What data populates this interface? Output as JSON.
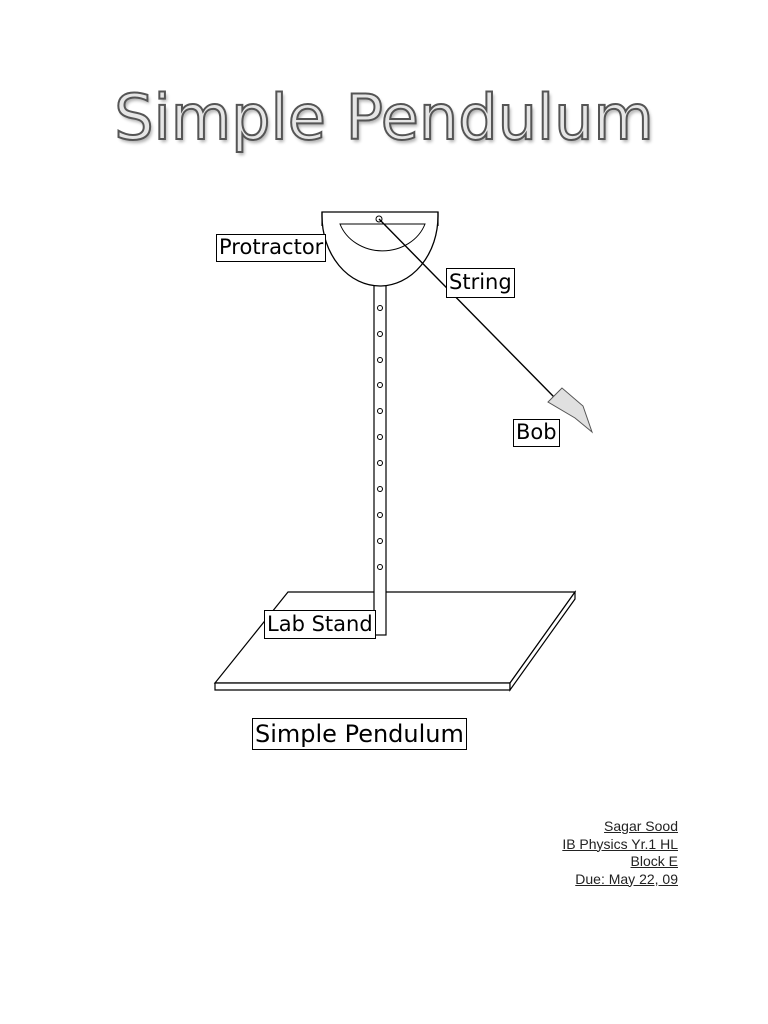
{
  "title": "Simple Pendulum",
  "labels": {
    "protractor": "Protractor",
    "string": "String",
    "bob": "Bob",
    "lab_stand": "Lab Stand",
    "caption": "Simple Pendulum"
  },
  "author": {
    "name": "Sagar Sood",
    "course": "IB Physics Yr.1 HL",
    "block": "Block E",
    "due": "Due: May 22, 09"
  },
  "colors": {
    "title_fill": "#e6e6e6",
    "title_outline": "#555555",
    "bob_fill": "#e0e0e0",
    "line": "#000000"
  }
}
